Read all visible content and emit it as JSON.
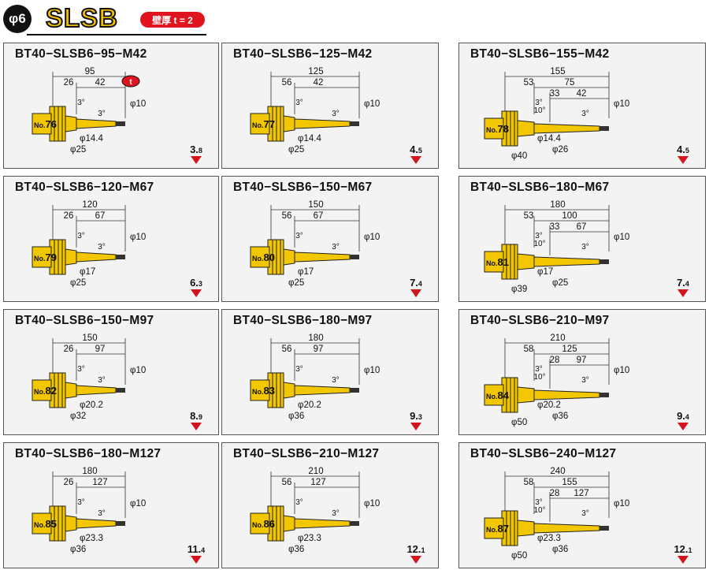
{
  "header": {
    "phi_symbol": "φ",
    "phi_value": "6",
    "series": "SLSB",
    "thickness": "壁厚 t = 2"
  },
  "colors": {
    "body": "#f3c700",
    "accent": "#e0141e",
    "arrow": "#d4141c"
  },
  "cards": [
    {
      "title": "BT40−SLSB6−95−M42",
      "no_prefix": "No.",
      "no": "76",
      "L": "95",
      "A": "26",
      "B": "42",
      "C": "",
      "D": "",
      "t_badge": "t",
      "small_angle": "3°",
      "mid_angle": "",
      "end_dia": "φ10",
      "dia_a": "φ14.4",
      "dia_b": "φ25",
      "dia_c": "",
      "wt_int": "3.",
      "wt_dec": "8"
    },
    {
      "title": "BT40−SLSB6−125−M42",
      "no_prefix": "No.",
      "no": "77",
      "L": "125",
      "A": "56",
      "B": "42",
      "C": "",
      "D": "",
      "t_badge": "",
      "small_angle": "3°",
      "mid_angle": "",
      "end_dia": "φ10",
      "dia_a": "φ14.4",
      "dia_b": "φ25",
      "dia_c": "",
      "wt_int": "4.",
      "wt_dec": "5"
    },
    {
      "title": "BT40−SLSB6−155−M42",
      "no_prefix": "No.",
      "no": "78",
      "L": "155",
      "A": "53",
      "B": "75",
      "C": "33",
      "D": "42",
      "t_badge": "",
      "small_angle": "3°",
      "mid_angle": "10°",
      "end_dia": "φ10",
      "dia_a": "φ14.4",
      "dia_b": "φ26",
      "dia_c": "φ40",
      "wt_int": "4.",
      "wt_dec": "5"
    },
    {
      "title": "BT40−SLSB6−120−M67",
      "no_prefix": "No.",
      "no": "79",
      "L": "120",
      "A": "26",
      "B": "67",
      "C": "",
      "D": "",
      "t_badge": "",
      "small_angle": "3°",
      "mid_angle": "",
      "end_dia": "φ10",
      "dia_a": "φ17",
      "dia_b": "φ25",
      "dia_c": "",
      "wt_int": "6.",
      "wt_dec": "3"
    },
    {
      "title": "BT40−SLSB6−150−M67",
      "no_prefix": "No.",
      "no": "80",
      "L": "150",
      "A": "56",
      "B": "67",
      "C": "",
      "D": "",
      "t_badge": "",
      "small_angle": "3°",
      "mid_angle": "",
      "end_dia": "φ10",
      "dia_a": "φ17",
      "dia_b": "φ25",
      "dia_c": "",
      "wt_int": "7.",
      "wt_dec": "4"
    },
    {
      "title": "BT40−SLSB6−180−M67",
      "no_prefix": "No.",
      "no": "81",
      "L": "180",
      "A": "53",
      "B": "100",
      "C": "33",
      "D": "67",
      "t_badge": "",
      "small_angle": "3°",
      "mid_angle": "10°",
      "end_dia": "φ10",
      "dia_a": "φ17",
      "dia_b": "φ25",
      "dia_c": "φ39",
      "wt_int": "7.",
      "wt_dec": "4"
    },
    {
      "title": "BT40−SLSB6−150−M97",
      "no_prefix": "No.",
      "no": "82",
      "L": "150",
      "A": "26",
      "B": "97",
      "C": "",
      "D": "",
      "t_badge": "",
      "small_angle": "3°",
      "mid_angle": "",
      "end_dia": "φ10",
      "dia_a": "φ20.2",
      "dia_b": "φ32",
      "dia_c": "",
      "wt_int": "8.",
      "wt_dec": "9"
    },
    {
      "title": "BT40−SLSB6−180−M97",
      "no_prefix": "No.",
      "no": "83",
      "L": "180",
      "A": "56",
      "B": "97",
      "C": "",
      "D": "",
      "t_badge": "",
      "small_angle": "3°",
      "mid_angle": "",
      "end_dia": "φ10",
      "dia_a": "φ20.2",
      "dia_b": "φ36",
      "dia_c": "",
      "wt_int": "9.",
      "wt_dec": "3"
    },
    {
      "title": "BT40−SLSB6−210−M97",
      "no_prefix": "No.",
      "no": "84",
      "L": "210",
      "A": "58",
      "B": "125",
      "C": "28",
      "D": "97",
      "t_badge": "",
      "small_angle": "3°",
      "mid_angle": "10°",
      "end_dia": "φ10",
      "dia_a": "φ20.2",
      "dia_b": "φ36",
      "dia_c": "φ50",
      "wt_int": "9.",
      "wt_dec": "4"
    },
    {
      "title": "BT40−SLSB6−180−M127",
      "no_prefix": "No.",
      "no": "85",
      "L": "180",
      "A": "26",
      "B": "127",
      "C": "",
      "D": "",
      "t_badge": "",
      "small_angle": "3°",
      "mid_angle": "",
      "end_dia": "φ10",
      "dia_a": "φ23.3",
      "dia_b": "φ36",
      "dia_c": "",
      "wt_int": "11.",
      "wt_dec": "4"
    },
    {
      "title": "BT40−SLSB6−210−M127",
      "no_prefix": "No.",
      "no": "86",
      "L": "210",
      "A": "56",
      "B": "127",
      "C": "",
      "D": "",
      "t_badge": "",
      "small_angle": "3°",
      "mid_angle": "",
      "end_dia": "φ10",
      "dia_a": "φ23.3",
      "dia_b": "φ36",
      "dia_c": "",
      "wt_int": "12.",
      "wt_dec": "1"
    },
    {
      "title": "BT40−SLSB6−240−M127",
      "no_prefix": "No.",
      "no": "87",
      "L": "240",
      "A": "58",
      "B": "155",
      "C": "28",
      "D": "127",
      "t_badge": "",
      "small_angle": "3°",
      "mid_angle": "10°",
      "end_dia": "φ10",
      "dia_a": "φ23.3",
      "dia_b": "φ36",
      "dia_c": "φ50",
      "wt_int": "12.",
      "wt_dec": "1"
    }
  ]
}
